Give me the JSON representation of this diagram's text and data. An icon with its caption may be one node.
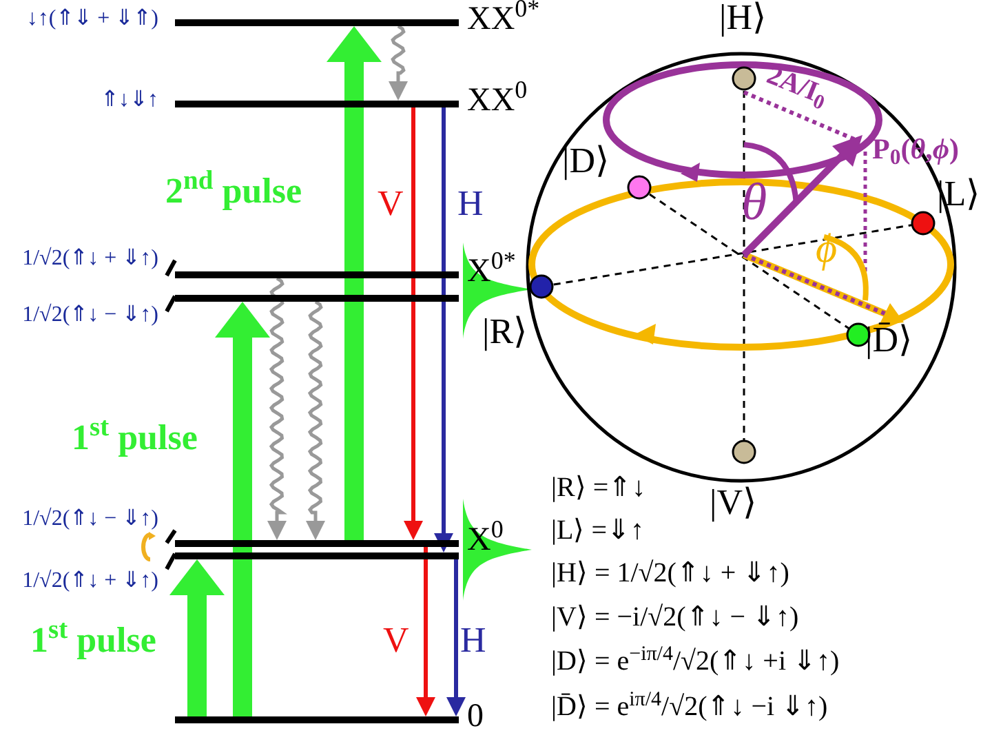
{
  "diagram": {
    "nodes": [
      {
        "text": [
          "↓↑(⇑⇓ + ⇓⇑)",
          "XX$^{0*}$"
        ]
      },
      {
        "text": [
          "⇑↓⇓↑",
          "XX$^{0}$"
        ]
      },
      {
        "text": [
          "1/√2(⇑↓ + ⇓↑)",
          "X$^{0*}$"
        ]
      },
      {
        "text": [
          "1/√2(⇑↓ − ⇓↑)"
        ]
      },
      {
        "text": [
          "1/√2(⇑↓ − ⇓↑)",
          "X$^{0}$"
        ]
      },
      {
        "text": [
          "1/√2(⇑↓ + ⇓↑)"
        ]
      },
      {
        "text": [
          "0"
        ]
      }
    ],
    "edges": [
      {
        "from": 6,
        "to": 5,
        "arrow": "to",
        "label": "1$^{st}$ pulse",
        "style": "thick",
        "color": "#33ee33"
      },
      {
        "from": 6,
        "to": 3,
        "arrow": "to",
        "label": "1$^{st}$ pulse",
        "style": "thick",
        "color": "#33ee33"
      },
      {
        "from": 4,
        "to": 0,
        "arrow": "to",
        "label": "2$^{nd}$ pulse",
        "style": "thick",
        "color": "#33ee33"
      },
      {
        "from": 0,
        "to": 1,
        "arrow": "to",
        "color": "#999999"
      },
      {
        "from": 2,
        "to": 4,
        "arrow": "to",
        "color": "#999999"
      },
      {
        "from": 3,
        "to": 4,
        "arrow": "to",
        "color": "#999999"
      },
      {
        "from": 1,
        "to": 4,
        "arrow": "to",
        "label": "V",
        "color": "#ee1111"
      },
      {
        "from": 1,
        "to": 5,
        "arrow": "to",
        "label": "H",
        "color": "#2a2aa0"
      },
      {
        "from": 4,
        "to": 6,
        "arrow": "to",
        "label": "V",
        "color": "#ee1111"
      },
      {
        "from": 5,
        "to": 6,
        "arrow": "to",
        "label": "H",
        "color": "#2a2aa0"
      }
    ],
    "labels": [
      "|H⟩",
      "2A/I$_{0}$",
      "|D⟩",
      "θ",
      "P$_{0}$(*θ*,*ϕ*)",
      "|L⟩",
      "ϕ",
      "|R⟩",
      "|D̄⟩",
      "|V⟩",
      "|R⟩ =⇑↓",
      "|L⟩ =⇓↑",
      "|H⟩ = 1/√2(⇑↓ + ⇓↑)",
      "|V⟩ = −i/√2(⇑↓ − ⇓↑)",
      "|D⟩ = e$^{−iπ/4}$/√2(⇑↓ +i ⇓↑)",
      "|D̄⟩ = e$^{iπ/4}$/√2(⇑↓ −i ⇓↑)"
    ]
  }
}
